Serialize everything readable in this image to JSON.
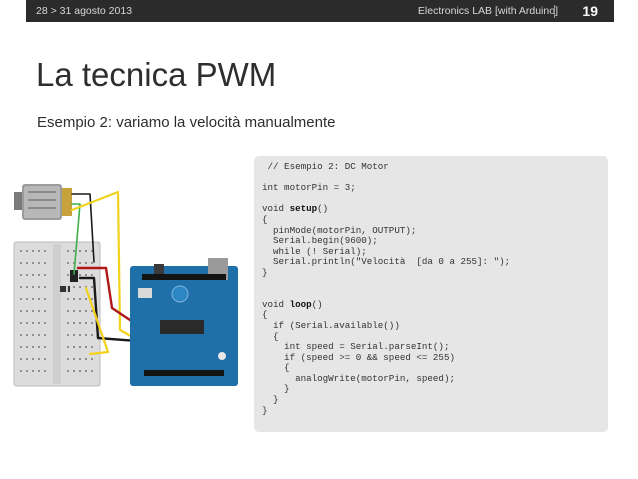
{
  "header": {
    "date": "28 > 31 agosto 2013",
    "brand": "Electronics LAB [with Arduino]",
    "page_number": "19"
  },
  "slide": {
    "title": "La tecnica PWM",
    "subtitle": "Esempio 2: variamo la velocità manualmente"
  },
  "code": {
    "lines": [
      {
        "text": " // Esempio 2: DC Motor"
      },
      {
        "text": ""
      },
      {
        "text": "int motorPin = 3;"
      },
      {
        "text": ""
      },
      {
        "pre": "void ",
        "kw": "setup",
        "post": "()"
      },
      {
        "text": "{"
      },
      {
        "text": "  pinMode(motorPin, OUTPUT);"
      },
      {
        "text": "  Serial.begin(9600);"
      },
      {
        "text": "  while (! Serial);"
      },
      {
        "text": "  Serial.println(\"Velocità  [da 0 a 255]: \");"
      },
      {
        "text": "}"
      },
      {
        "text": ""
      },
      {
        "text": ""
      },
      {
        "pre": "void ",
        "kw": "loop",
        "post": "()"
      },
      {
        "text": "{"
      },
      {
        "text": "  if (Serial.available())"
      },
      {
        "text": "  {"
      },
      {
        "text": "    int speed = Serial.parseInt();"
      },
      {
        "text": "    if (speed >= 0 && speed <= 255)"
      },
      {
        "text": "    {"
      },
      {
        "text": "      analogWrite(motorPin, speed);"
      },
      {
        "text": "    }"
      },
      {
        "text": "  }"
      },
      {
        "text": "}"
      }
    ]
  },
  "colors": {
    "topbar": "#2b2b2b",
    "code_background": "#e6e6e6",
    "arduino_board": "#1f6fa8",
    "wire_red": "#b01818",
    "wire_yellow": "#f2d21b",
    "wire_green": "#3fae49",
    "wire_black": "#1a1a1a"
  }
}
